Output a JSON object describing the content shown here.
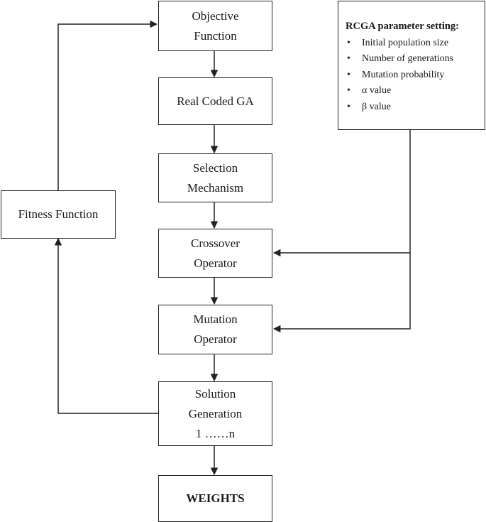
{
  "nodes": {
    "objective": [
      "Objective",
      "Function"
    ],
    "rcga": [
      "Real Coded GA"
    ],
    "selection": [
      "Selection",
      "Mechanism"
    ],
    "crossover": [
      "Crossover",
      "Operator"
    ],
    "mutation": [
      "Mutation",
      "Operator"
    ],
    "solution": [
      "Solution",
      "Generation",
      "1 ……n"
    ],
    "weights": [
      "WEIGHTS"
    ],
    "fitness": [
      "Fitness Function"
    ]
  },
  "params": {
    "title": "RCGA parameter setting:",
    "items": [
      "Initial population size",
      "Number of generations",
      "Mutation probability",
      "α value",
      "β value"
    ]
  },
  "colors": {
    "stroke": "#222222",
    "text": "#1a1a1a",
    "background": "#ffffff"
  }
}
